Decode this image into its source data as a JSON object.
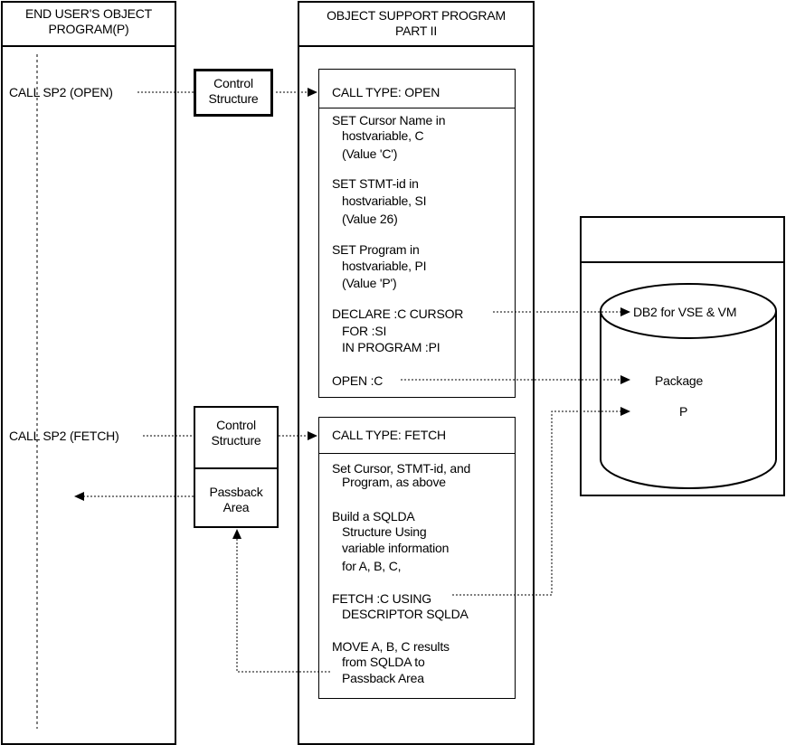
{
  "left_column": {
    "title_line1": "END USER'S OBJECT",
    "title_line2": "PROGRAM(P)",
    "call_open": "CALL SP2 (OPEN)",
    "call_fetch": "CALL SP2 (FETCH)"
  },
  "middle_column": {
    "title_line1": "OBJECT SUPPORT PROGRAM",
    "title_line2": "PART II",
    "open_box": {
      "header": "CALL TYPE: OPEN",
      "lines": [
        "SET Cursor Name in",
        "hostvariable, C",
        "(Value 'C')",
        "SET STMT-id in",
        "hostvariable, SI",
        "(Value 26)",
        "SET Program in",
        "hostvariable, PI",
        "(Value 'P')",
        "DECLARE :C CURSOR",
        "FOR :SI",
        "IN PROGRAM :PI",
        "OPEN :C"
      ]
    },
    "fetch_box": {
      "header": "CALL TYPE: FETCH",
      "lines": [
        "Set Cursor, STMT-id, and",
        "Program, as above",
        "Build a SQLDA",
        "Structure Using",
        "variable information",
        "for A, B, C,",
        "FETCH :C USING",
        "DESCRIPTOR SQLDA",
        "MOVE A, B, C results",
        "from SQLDA to",
        "Passback Area"
      ]
    }
  },
  "control_structure_1": {
    "line1": "Control",
    "line2": "Structure"
  },
  "control_structure_2": {
    "line1": "Control",
    "line2": "Structure"
  },
  "passback": {
    "line1": "Passback",
    "line2": "Area"
  },
  "database": {
    "name": "DB2 for VSE & VM",
    "package": "Package",
    "program": "P"
  }
}
